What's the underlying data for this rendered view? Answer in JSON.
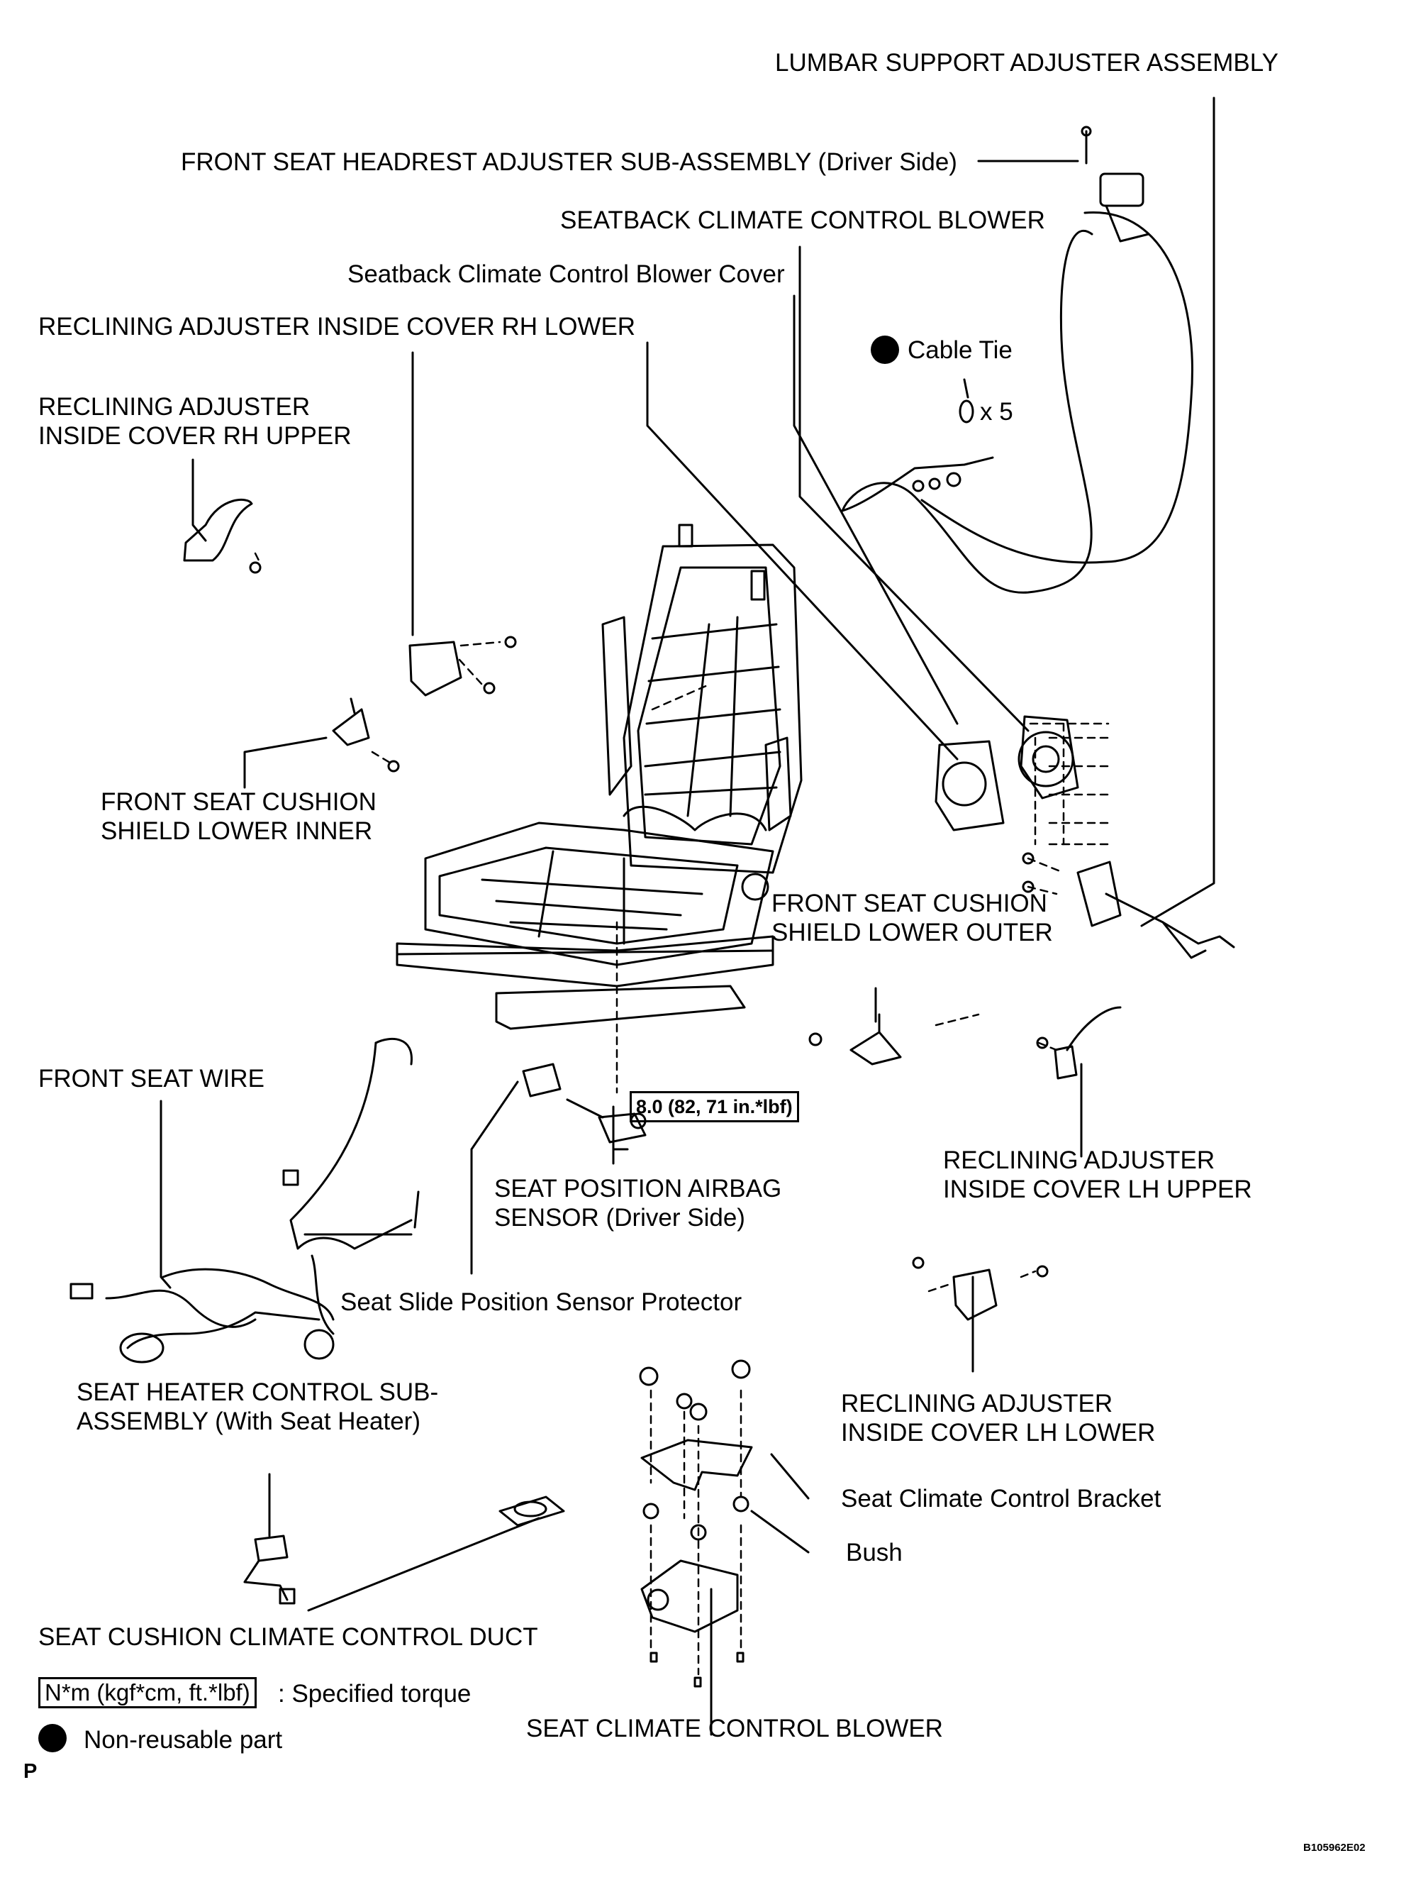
{
  "labels": {
    "lumbar": "LUMBAR SUPPORT ADJUSTER ASSEMBLY",
    "headrest": "FRONT SEAT HEADREST ADJUSTER SUB-ASSEMBLY (Driver Side)",
    "seatback_blower": "SEATBACK CLIMATE CONTROL BLOWER",
    "blower_cover": "Seatback Climate Control Blower Cover",
    "rh_lower": "RECLINING ADJUSTER INSIDE COVER RH LOWER",
    "rh_upper_1": "RECLINING ADJUSTER",
    "rh_upper_2": "INSIDE COVER RH UPPER",
    "cable_tie": "Cable Tie",
    "cable_tie_qty": "x 5",
    "shield_inner_1": "FRONT SEAT CUSHION",
    "shield_inner_2": "SHIELD LOWER INNER",
    "shield_outer_1": "FRONT SEAT CUSHION",
    "shield_outer_2": "SHIELD LOWER OUTER",
    "seat_wire": "FRONT SEAT WIRE",
    "torque_value": "8.0 (82, 71 in.*lbf)",
    "airbag_1": "SEAT POSITION AIRBAG",
    "airbag_2": "SENSOR (Driver Side)",
    "lh_upper_1": "RECLINING ADJUSTER",
    "lh_upper_2": "INSIDE COVER LH UPPER",
    "protector": "Seat Slide Position Sensor Protector",
    "heater_1": "SEAT HEATER CONTROL SUB-",
    "heater_2": "ASSEMBLY (With Seat Heater)",
    "lh_lower_1": "RECLINING ADJUSTER",
    "lh_lower_2": "INSIDE COVER LH LOWER",
    "bracket": "Seat Climate Control Bracket",
    "bush": "Bush",
    "duct": "SEAT CUSHION CLIMATE CONTROL DUCT",
    "cushion_blower": "SEAT CLIMATE CONTROL BLOWER"
  },
  "legend": {
    "torque_box": "N*m (kgf*cm, ft.*lbf)",
    "torque_text": ": Specified torque",
    "nonreusable": "Non-reusable part"
  },
  "footer": {
    "page_letter": "P",
    "figure_id": "B105962E02"
  }
}
